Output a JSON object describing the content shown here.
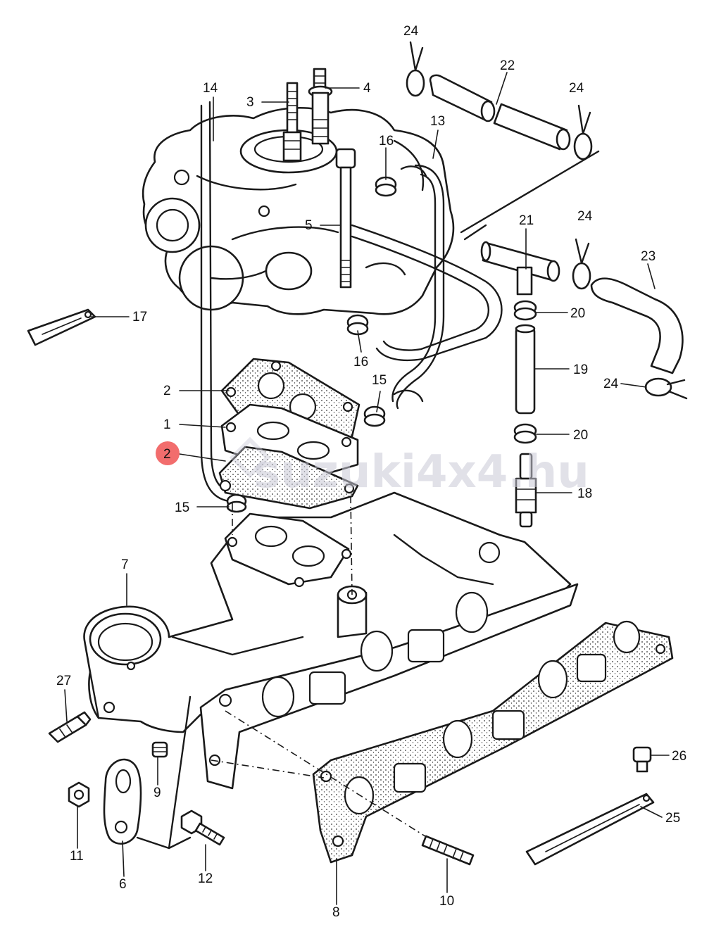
{
  "diagram": {
    "watermark": "suzuki4x4.hu",
    "highlight_color": "#f26d6d",
    "ink_color": "#1a1a1a",
    "callouts": [
      {
        "key": "c1",
        "label": "1",
        "highlighted": false
      },
      {
        "key": "c2a",
        "label": "2",
        "highlighted": false
      },
      {
        "key": "c2b",
        "label": "2",
        "highlighted": true
      },
      {
        "key": "c3",
        "label": "3",
        "highlighted": false
      },
      {
        "key": "c4",
        "label": "4",
        "highlighted": false
      },
      {
        "key": "c5",
        "label": "5",
        "highlighted": false
      },
      {
        "key": "c6",
        "label": "6",
        "highlighted": false
      },
      {
        "key": "c7",
        "label": "7",
        "highlighted": false
      },
      {
        "key": "c8",
        "label": "8",
        "highlighted": false
      },
      {
        "key": "c9",
        "label": "9",
        "highlighted": false
      },
      {
        "key": "c10",
        "label": "10",
        "highlighted": false
      },
      {
        "key": "c11",
        "label": "11",
        "highlighted": false
      },
      {
        "key": "c12",
        "label": "12",
        "highlighted": false
      },
      {
        "key": "c13",
        "label": "13",
        "highlighted": false
      },
      {
        "key": "c14",
        "label": "14",
        "highlighted": false
      },
      {
        "key": "c15a",
        "label": "15",
        "highlighted": false
      },
      {
        "key": "c15b",
        "label": "15",
        "highlighted": false
      },
      {
        "key": "c16a",
        "label": "16",
        "highlighted": false
      },
      {
        "key": "c16b",
        "label": "16",
        "highlighted": false
      },
      {
        "key": "c17",
        "label": "17",
        "highlighted": false
      },
      {
        "key": "c18",
        "label": "18",
        "highlighted": false
      },
      {
        "key": "c19",
        "label": "19",
        "highlighted": false
      },
      {
        "key": "c20a",
        "label": "20",
        "highlighted": false
      },
      {
        "key": "c20b",
        "label": "20",
        "highlighted": false
      },
      {
        "key": "c21",
        "label": "21",
        "highlighted": false
      },
      {
        "key": "c22",
        "label": "22",
        "highlighted": false
      },
      {
        "key": "c23",
        "label": "23",
        "highlighted": false
      },
      {
        "key": "c24a",
        "label": "24",
        "highlighted": false
      },
      {
        "key": "c24b",
        "label": "24",
        "highlighted": false
      },
      {
        "key": "c24c",
        "label": "24",
        "highlighted": false
      },
      {
        "key": "c24d",
        "label": "24",
        "highlighted": false
      },
      {
        "key": "c25",
        "label": "25",
        "highlighted": false
      },
      {
        "key": "c26",
        "label": "26",
        "highlighted": false
      },
      {
        "key": "c27",
        "label": "27",
        "highlighted": false
      }
    ]
  }
}
